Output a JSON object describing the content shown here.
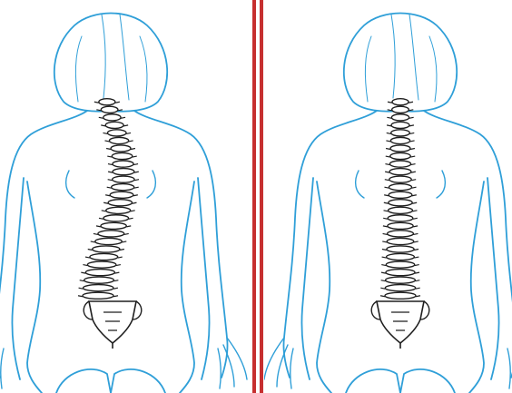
{
  "figure": {
    "panels": [
      {
        "id": "left",
        "spine": "curved"
      },
      {
        "id": "right",
        "spine": "straight"
      }
    ],
    "colors": {
      "body_outline": "#2f9fd8",
      "spine_ink": "#1e1e1e",
      "divider": "#c62f2f",
      "background": "#ffffff"
    },
    "icons": [
      "torso-outline-icon",
      "spine-icon"
    ]
  }
}
